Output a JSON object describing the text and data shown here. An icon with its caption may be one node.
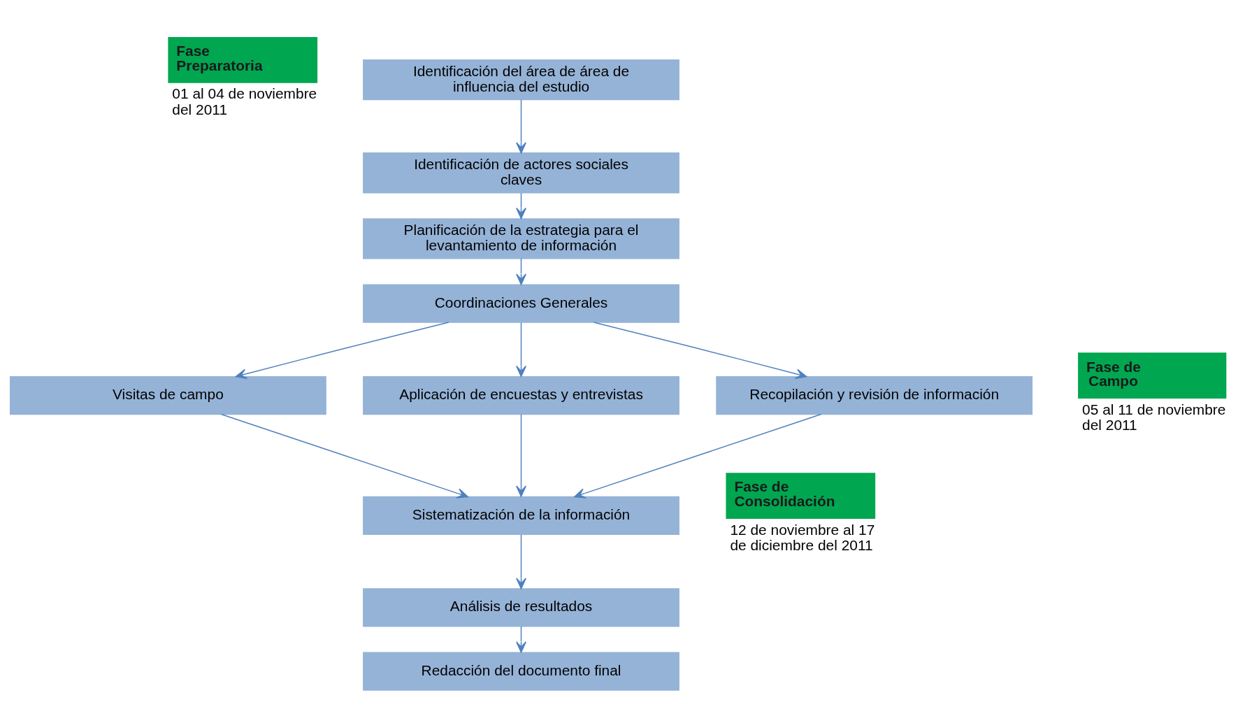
{
  "diagram": {
    "nodes": [
      {
        "text": [
          "Fase Preparatoria"
        ],
        "beside": [
          "01 al 04 de noviembre del 2011"
        ]
      },
      {
        "text": [
          "Fase de Campo"
        ],
        "beside": [
          "05 al 11 de noviembre del 2011"
        ]
      },
      {
        "text": [
          "Fase de Consolidación"
        ],
        "beside": [
          "12 de noviembre al 17 de diciembre del 2011"
        ]
      },
      {
        "text": [
          "Identificación del área de área de influencia del estudio"
        ]
      },
      {
        "text": [
          "Identificación de actores sociales claves"
        ]
      },
      {
        "text": [
          "Planificación de la estrategia para el levantamiento de información"
        ]
      },
      {
        "text": [
          "Coordinaciones Generales"
        ]
      },
      {
        "text": [
          "Visitas de campo"
        ]
      },
      {
        "text": [
          "Aplicación de encuestas y entrevistas"
        ]
      },
      {
        "text": [
          "Recopilación y revisión de información"
        ]
      },
      {
        "text": [
          "Sistematización de la información"
        ]
      },
      {
        "text": [
          "Análisis de resultados"
        ]
      },
      {
        "text": [
          "Redacción del documento final"
        ]
      }
    ],
    "edges": [
      {
        "from": 3,
        "to": 4,
        "arrow": "to"
      },
      {
        "from": 4,
        "to": 5,
        "arrow": "to"
      },
      {
        "from": 5,
        "to": 6,
        "arrow": "to"
      },
      {
        "from": 6,
        "to": 7,
        "arrow": "to"
      },
      {
        "from": 6,
        "to": 8,
        "arrow": "to"
      },
      {
        "from": 6,
        "to": 9,
        "arrow": "to"
      },
      {
        "from": 7,
        "to": 10,
        "arrow": "to"
      },
      {
        "from": 8,
        "to": 10,
        "arrow": "to"
      },
      {
        "from": 9,
        "to": 10,
        "arrow": "to"
      },
      {
        "from": 10,
        "to": 11,
        "arrow": "to"
      },
      {
        "from": 11,
        "to": 12,
        "arrow": "to"
      }
    ]
  }
}
